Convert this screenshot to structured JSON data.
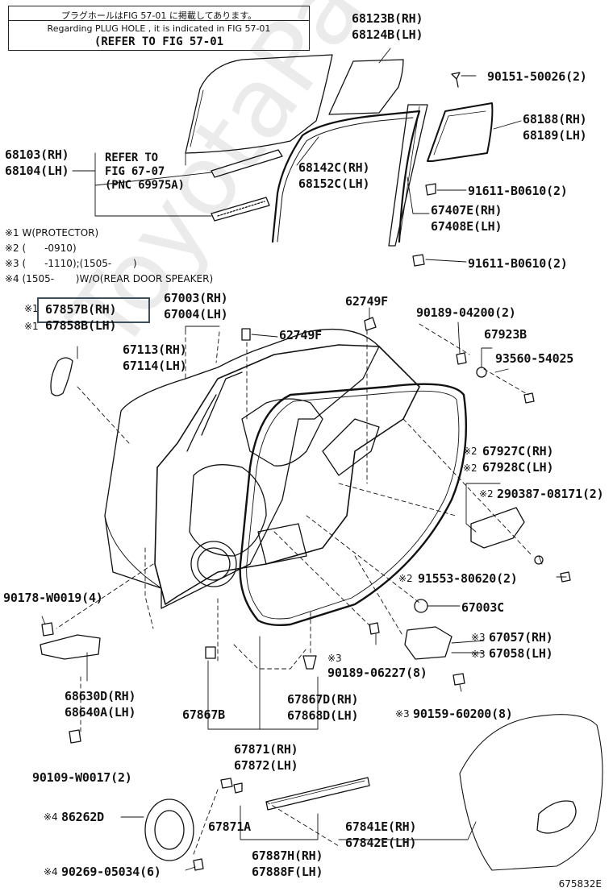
{
  "note": {
    "line1": "プラグホールはFIG 57-01 に掲載してあります。",
    "line2": "Regarding  PLUG HOLE , it is indicated in FIG 57-01",
    "line3": "(REFER TO FIG 57-01"
  },
  "watermark": "ToyotaParts.ru",
  "figure_id": "675832E",
  "footnotes": [
    "※1 W(PROTECTOR)",
    "※2 (      -0910)",
    "※3 (      -1110);(1505-       )",
    "※4 (1505-       )W/O(REAR DOOR SPEAKER)"
  ],
  "refer": [
    "REFER TO",
    "FIG 67-07",
    "(PNC 69975A)"
  ],
  "parts": {
    "p68123": [
      "68123B(RH)",
      "68124B(LH)"
    ],
    "p90151": "90151-50026(2)",
    "p68188": [
      "68188(RH)",
      "68189(LH)"
    ],
    "p68103": [
      "68103(RH)",
      "68104(LH)"
    ],
    "p68142": [
      "68142C(RH)",
      "68152C(LH)"
    ],
    "p91611a": "91611-B0610(2)",
    "p67407": [
      "67407E(RH)",
      "67408E(LH)"
    ],
    "p91611b": "91611-B0610(2)",
    "p67857": [
      "67857B(RH)",
      "67858B(LH)"
    ],
    "p67003": [
      "67003(RH)",
      "67004(LH)"
    ],
    "p62749a": "62749F",
    "p62749b": "62749F",
    "p90189a": "90189-04200(2)",
    "p67923": "67923B",
    "p93560": "93560-54025",
    "p67113": [
      "67113(RH)",
      "67114(LH)"
    ],
    "p67927": [
      "67927C(RH)",
      "67928C(LH)"
    ],
    "p90387": "290387-08171(2)",
    "p91553": "91553-80620(2)",
    "p90178": "90178-W0019(4)",
    "p67003c": "67003C",
    "p67057": [
      "67057(RH)",
      "67058(LH)"
    ],
    "p90189b": "90189-06227(8)",
    "p68630": [
      "68630D(RH)",
      "68640A(LH)"
    ],
    "p67867b": "67867B",
    "p67867d": [
      "67867D(RH)",
      "67868D(LH)"
    ],
    "p90159": "90159-60200(8)",
    "p90109": "90109-W0017(2)",
    "p67871": [
      "67871(RH)",
      "67872(LH)"
    ],
    "p86262": "86262D",
    "p67871a": "67871A",
    "p67841": [
      "67841E(RH)",
      "67842E(LH)"
    ],
    "p67887": [
      "67887H(RH)",
      "67888F(LH)"
    ],
    "p90269": "90269-05034(6)"
  },
  "marks": {
    "m1": "※1",
    "m2": "※2",
    "m3": "※3",
    "m4": "※4"
  }
}
